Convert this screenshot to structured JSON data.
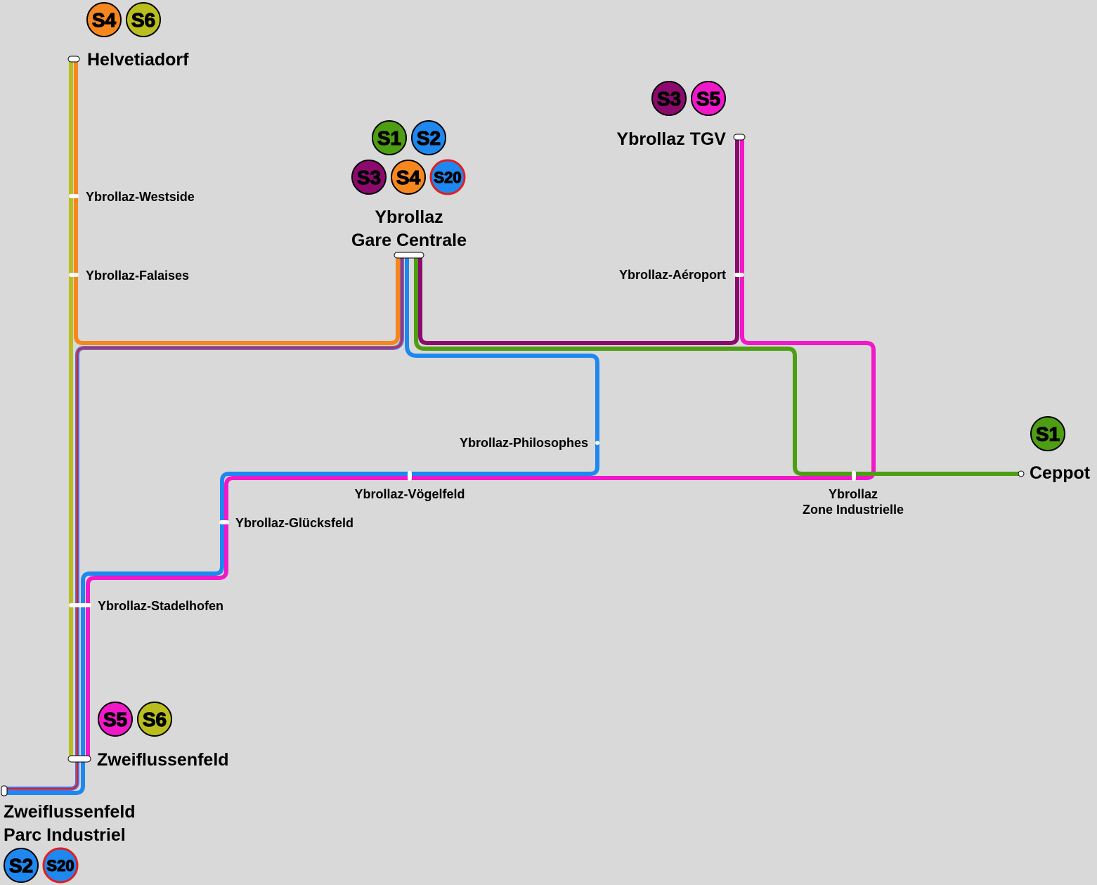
{
  "lines": {
    "S1": {
      "label": "S1",
      "color": "#4e9e14"
    },
    "S2": {
      "label": "S2",
      "color": "#1e88f0"
    },
    "S3": {
      "label": "S3",
      "color": "#8c0a6e"
    },
    "S4": {
      "label": "S4",
      "color": "#f5871e"
    },
    "S5": {
      "label": "S5",
      "color": "#f018c8"
    },
    "S6": {
      "label": "S6",
      "color": "#b9be1e"
    },
    "S20": {
      "label": "S20",
      "color": "#1e88f0",
      "ring": "#e01e1e"
    }
  },
  "stations": {
    "helvetiadorf": {
      "name": "Helvetiadorf",
      "lines": [
        "S4",
        "S6"
      ]
    },
    "westside": {
      "name": "Ybrollaz-Westside"
    },
    "falaises": {
      "name": "Ybrollaz-Falaises"
    },
    "gare_centrale": {
      "name_line1": "Ybrollaz",
      "name_line2": "Gare Centrale",
      "lines": [
        "S1",
        "S2",
        "S3",
        "S4",
        "S20"
      ]
    },
    "tgv": {
      "name": "Ybrollaz TGV",
      "lines": [
        "S3",
        "S5"
      ]
    },
    "aeroport": {
      "name": "Ybrollaz-Aéroport"
    },
    "philosophes": {
      "name": "Ybrollaz-Philosophes"
    },
    "voegelfeld": {
      "name": "Ybrollaz-Vögelfeld"
    },
    "gluecksfeld": {
      "name": "Ybrollaz-Glücksfeld"
    },
    "stadelhofen": {
      "name": "Ybrollaz-Stadelhofen"
    },
    "zone_industrielle": {
      "name_line1": "Ybrollaz",
      "name_line2": "Zone Industrielle"
    },
    "ceppot": {
      "name": "Ceppot",
      "lines": [
        "S1"
      ]
    },
    "zweiflussenfeld": {
      "name": "Zweiflussenfeld",
      "lines": [
        "S5",
        "S6"
      ]
    },
    "parc_industriel": {
      "name_line1": "Zweiflussenfeld",
      "name_line2": "Parc Industriel",
      "lines": [
        "S2",
        "S20"
      ]
    }
  }
}
